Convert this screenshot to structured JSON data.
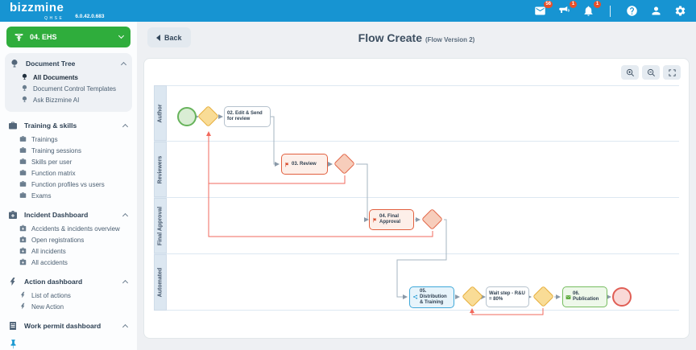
{
  "topbar": {
    "logo_text": "bizzmine",
    "logo_sub": "QHSE",
    "version": "6.0.42.0.683",
    "mail_badge": "56",
    "announcement_badge": "1",
    "notification_badge": "1"
  },
  "sidebar": {
    "collection_label": "04. EHS",
    "sections": [
      {
        "label": "Document Tree",
        "items": [
          {
            "label": "All Documents"
          },
          {
            "label": "Document Control Templates"
          },
          {
            "label": "Ask Bizzmine AI"
          }
        ]
      },
      {
        "label": "Training & skills",
        "items": [
          {
            "label": "Trainings"
          },
          {
            "label": "Training sessions"
          },
          {
            "label": "Skills per user"
          },
          {
            "label": "Function matrix"
          },
          {
            "label": "Function profiles vs users"
          },
          {
            "label": "Exams"
          }
        ]
      },
      {
        "label": "Incident Dashboard",
        "items": [
          {
            "label": "Accidents & incidents overview"
          },
          {
            "label": "Open registrations"
          },
          {
            "label": "All incidents"
          },
          {
            "label": "All accidents"
          }
        ]
      },
      {
        "label": "Action dashboard",
        "items": [
          {
            "label": "List of actions"
          },
          {
            "label": "New Action"
          }
        ]
      },
      {
        "label": "Work permit dashboard",
        "items": []
      }
    ]
  },
  "main": {
    "back_label": "Back",
    "title": "Flow Create",
    "subtitle": "(Flow Version 2)"
  },
  "flow": {
    "lanes": [
      "Author",
      "Reviewers",
      "Final Approval",
      "Automated"
    ],
    "nodes": {
      "start": {
        "type": "start-event",
        "lane": "Author"
      },
      "gateway1": {
        "type": "gateway",
        "lane": "Author",
        "color": "yellow"
      },
      "task02": {
        "label": "02. Edit & Send for review",
        "lane": "Author",
        "style": "white"
      },
      "task03": {
        "label": "03. Review",
        "lane": "Reviewers",
        "style": "red",
        "icon": "flag-icon"
      },
      "gateway2": {
        "type": "gateway",
        "lane": "Reviewers",
        "color": "red"
      },
      "task04": {
        "label": "04. Final Approval",
        "lane": "Final Approval",
        "style": "red",
        "icon": "flag-icon"
      },
      "gateway3": {
        "type": "gateway",
        "lane": "Final Approval",
        "color": "red"
      },
      "task05": {
        "label": "05. Distribution & Training",
        "lane": "Automated",
        "style": "blue",
        "icon": "share-icon"
      },
      "gateway4": {
        "type": "gateway",
        "lane": "Automated",
        "color": "yellow"
      },
      "wait": {
        "label": "Wait step - R&U = 80%",
        "lane": "Automated",
        "style": "white"
      },
      "gateway5": {
        "type": "gateway",
        "lane": "Automated",
        "color": "yellow"
      },
      "task06": {
        "label": "06. Publication",
        "lane": "Automated",
        "style": "green",
        "icon": "envelope-icon"
      },
      "end": {
        "type": "end-event",
        "lane": "Automated"
      }
    },
    "colors": {
      "topbar_blue": "#1794d2",
      "collection_green": "#2fad3c",
      "task_red_border": "#e2603f",
      "task_blue_border": "#3fa8d9",
      "task_green_border": "#77bd60",
      "gateway_yellow_border": "#e6af3e",
      "connector_gray": "#9fadba",
      "connector_red": "#f2695c",
      "badge_orange": "#e8502a"
    }
  }
}
